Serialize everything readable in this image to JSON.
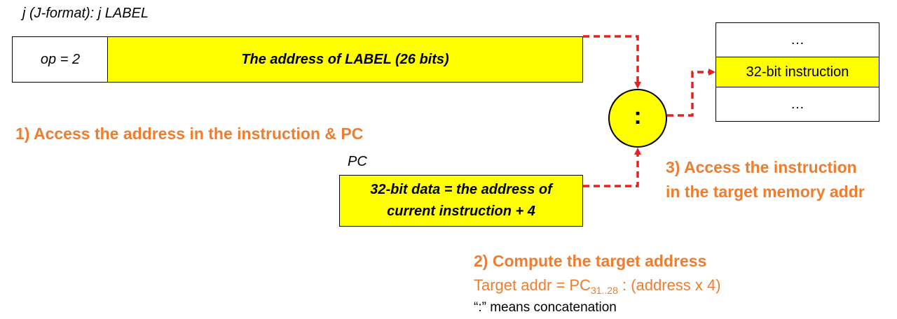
{
  "instruction": {
    "format_title": "j (J-format): j LABEL",
    "op_field": "op = 2",
    "address_field": "The address of LABEL (26 bits)"
  },
  "steps": {
    "step1": "1) Access the address in the instruction & PC",
    "step2_title": "2) Compute the target address",
    "step2_formula_prefix": "Target addr = PC",
    "step2_formula_subscript": "31..28",
    "step2_formula_suffix": " : (address x 4)",
    "step2_note": "“:” means concatenation",
    "step3_line1": "3) Access the instruction",
    "step3_line2": "in the target memory addr"
  },
  "pc": {
    "label": "PC",
    "line1": "32-bit data = the address of",
    "line2": "current instruction + 4"
  },
  "concat_symbol": ":",
  "memory": {
    "cells": [
      "…",
      "32-bit instruction",
      "…"
    ]
  },
  "colors": {
    "highlight": "#ffff00",
    "accent": "#ed7d31",
    "arrow": "#e8201e"
  }
}
